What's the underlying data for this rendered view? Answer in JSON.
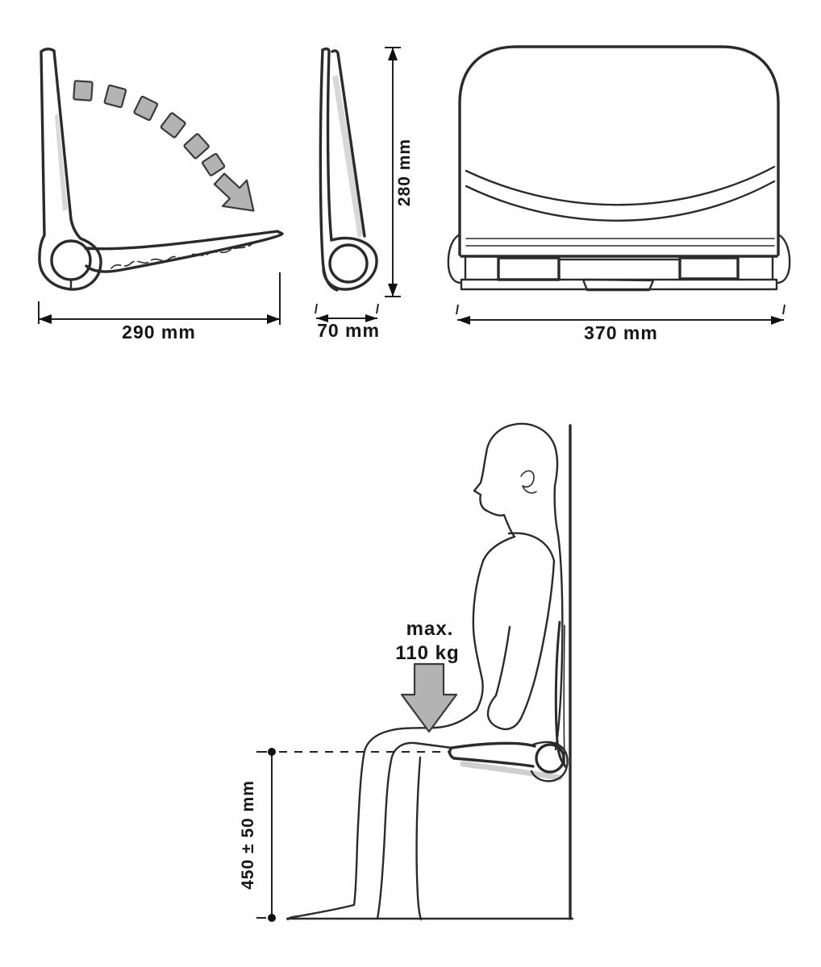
{
  "drawing": {
    "subject": "wall-mounted fold-down seat dimensional drawing",
    "side_open_view": {
      "dimension_width": "290 mm"
    },
    "side_folded_view": {
      "dimension_height": "280 mm",
      "dimension_depth": "70 mm"
    },
    "front_view": {
      "dimension_width": "370 mm"
    },
    "usage_view": {
      "max_load_prefix": "max.",
      "max_load_value": "110 kg",
      "seat_height_dimension": "450 ± 50 mm"
    }
  },
  "icons": {
    "fold_direction_arrow": "rotation arrow pointing down-right",
    "load_arrow": "thick downward load arrow"
  },
  "colors": {
    "line": "#2b2b2b",
    "gray_fill": "#b3b3b3",
    "light_shade": "#d8d8d8",
    "background": "#ffffff"
  }
}
